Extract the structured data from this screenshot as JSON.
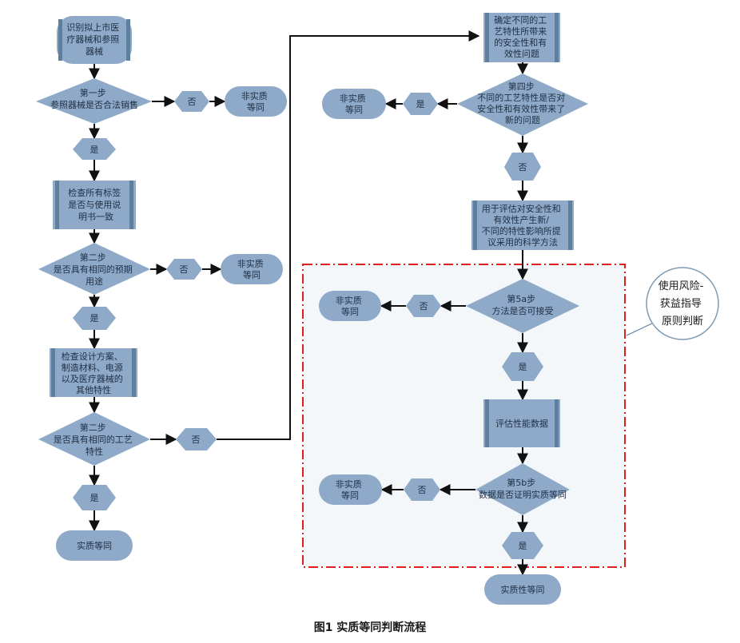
{
  "nodes": {
    "n_start": [
      "识别拟上市医",
      "疗器械和参照",
      "器械"
    ],
    "d1": [
      "第一步",
      "参照器械是否合法销售"
    ],
    "no1": "否",
    "end1": [
      "非实质",
      "等同"
    ],
    "yes1": "是",
    "p2": [
      "检查所有标签",
      "是否与使用说",
      "明书一致"
    ],
    "d2": [
      "第二步",
      "是否具有相同的预期",
      "用途"
    ],
    "no2": "否",
    "end2": [
      "非实质",
      "等同"
    ],
    "yes2": "是",
    "p3": [
      "检查设计方案、",
      "制造材料、电源",
      "以及医疗器械的",
      "其他特性"
    ],
    "d3": [
      "第二步",
      "是否具有相同的工艺",
      "特性"
    ],
    "no3": "否",
    "yes3": "是",
    "end_eq": [
      "实质等同"
    ],
    "p4": [
      "确定不同的工",
      "艺特性所带来",
      "的安全性和有",
      "效性问题"
    ],
    "d4": [
      "第四步",
      "不同的工艺特性是否对",
      "安全性和有效性带来了",
      "新的问题"
    ],
    "yes4": "是",
    "end4": [
      "非实质",
      "等同"
    ],
    "no4": "否",
    "p5": [
      "用于评估对安全性和",
      "有效性产生新/",
      "不同的特性影响所提",
      "议采用的科学方法"
    ],
    "d5a": [
      "第5a步",
      "方法是否可接受"
    ],
    "no5a": "否",
    "end5a": [
      "非实质",
      "等同"
    ],
    "yes5a": "是",
    "p6": [
      "评估性能数据"
    ],
    "d5b": [
      "第5b步",
      "数据是否证明实质等同"
    ],
    "no5b": "否",
    "end5b": [
      "非实质",
      "等同"
    ],
    "yes5b": "是",
    "end_final": [
      "实质性等同"
    ]
  },
  "callout": [
    "使用风险-",
    "获益指导",
    "原则判断"
  ],
  "caption": "图1  实质等同判断流程",
  "colors": {
    "node_fill": "#8eaac8",
    "node_band": "#5f7f9f",
    "arrow": "#111111",
    "dashed_box": "#e02020",
    "region_fill": "#f4f7f9"
  }
}
